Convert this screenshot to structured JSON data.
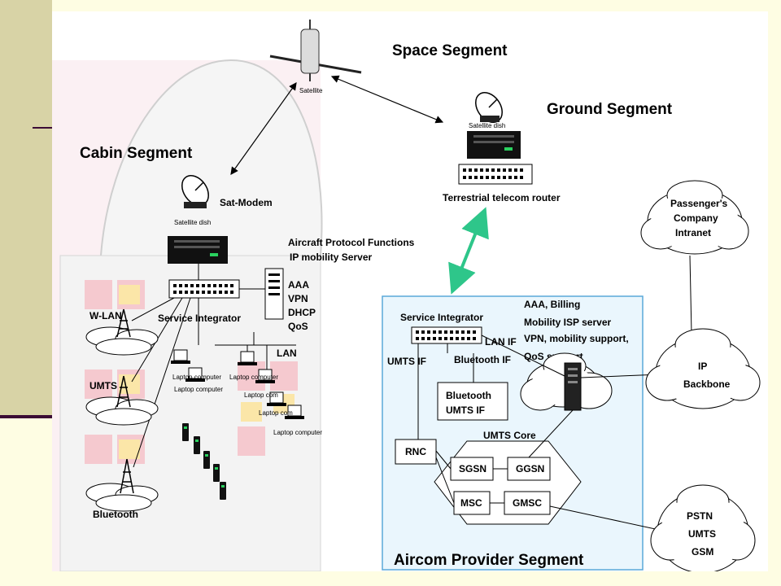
{
  "segments": {
    "space": "Space Segment",
    "ground": "Ground Segment",
    "cabin": "Cabin Segment",
    "provider": "Aircom Provider Segment"
  },
  "space": {
    "satellite": "Satellite"
  },
  "ground": {
    "dish": "Satellite dish",
    "router": "Terrestrial telecom router"
  },
  "cabin": {
    "sat_modem": "Sat-Modem",
    "dish": "Satellite dish",
    "functions": [
      "Aircraft Protocol Functions",
      "IP mobility Server"
    ],
    "services": [
      "AAA",
      "VPN",
      "DHCP",
      "QoS"
    ],
    "service_integrator": "Service Integrator",
    "lan": "LAN",
    "wlan": "W-LAN",
    "umts": "UMTS",
    "bluetooth": "Bluetooth",
    "laptop": "Laptop computer",
    "laptop_short": "Laptop com"
  },
  "provider": {
    "service_integrator": "Service Integrator",
    "functions": [
      "AAA, Billing",
      "Mobility ISP server",
      "VPN, mobility support,",
      "QoS support"
    ],
    "lan_if": "LAN IF",
    "umts_if": "UMTS IF",
    "bluetooth_if": "Bluetooth IF",
    "bt_umts_if": [
      "Bluetooth",
      "UMTS IF"
    ],
    "umts_core": "UMTS Core",
    "rnc": "RNC",
    "sgsn": "SGSN",
    "ggsn": "GGSN",
    "msc": "MSC",
    "gmsc": "GMSC"
  },
  "clouds": {
    "intranet": [
      "Passenger's",
      "Company",
      "Intranet"
    ],
    "ip_backbone": [
      "IP",
      "Backbone"
    ],
    "pstn": [
      "PSTN",
      "UMTS",
      "GSM"
    ]
  },
  "colors": {
    "slide_bg": "#fefde3",
    "band": "#d8d3a6",
    "accent": "#3b0b35",
    "provider_bg": "#eaf6fd",
    "provider_border": "#5aa9d9",
    "green_link": "#2ec68a"
  }
}
